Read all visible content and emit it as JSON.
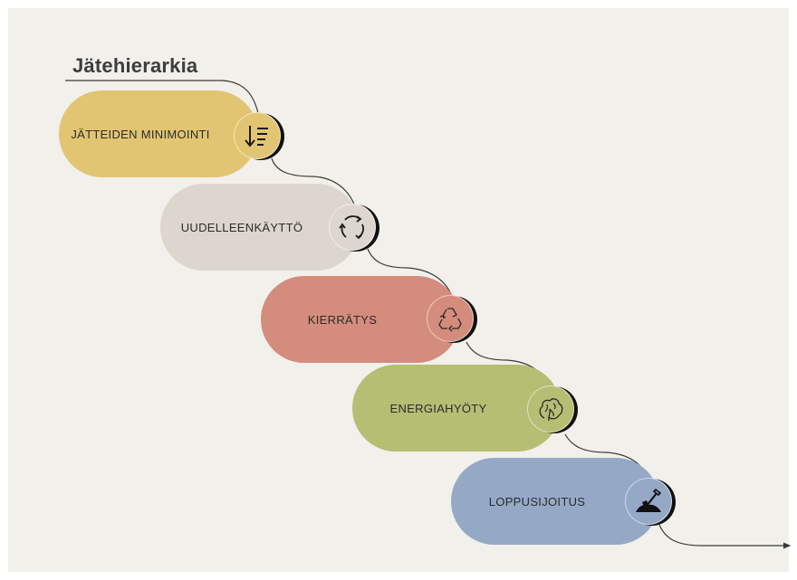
{
  "diagram": {
    "title": "Jätehierarkia",
    "steps": [
      {
        "label": "JÄTTEIDEN MINIMOINTI",
        "color": "#e2c572",
        "icon": "sort-descending-icon"
      },
      {
        "label": "UUDELLEENKÄYTTÖ",
        "color": "#ddd6ce",
        "icon": "refresh-arrows-icon"
      },
      {
        "label": "KIERRÄTYS",
        "color": "#d48c7d",
        "icon": "recycle-icon"
      },
      {
        "label": "ENERGIAHYÖTY",
        "color": "#b5be73",
        "icon": "energy-flame-icon"
      },
      {
        "label": "LOPPUSIJOITUS",
        "color": "#95a9c7",
        "icon": "shovel-landfill-icon"
      }
    ]
  }
}
